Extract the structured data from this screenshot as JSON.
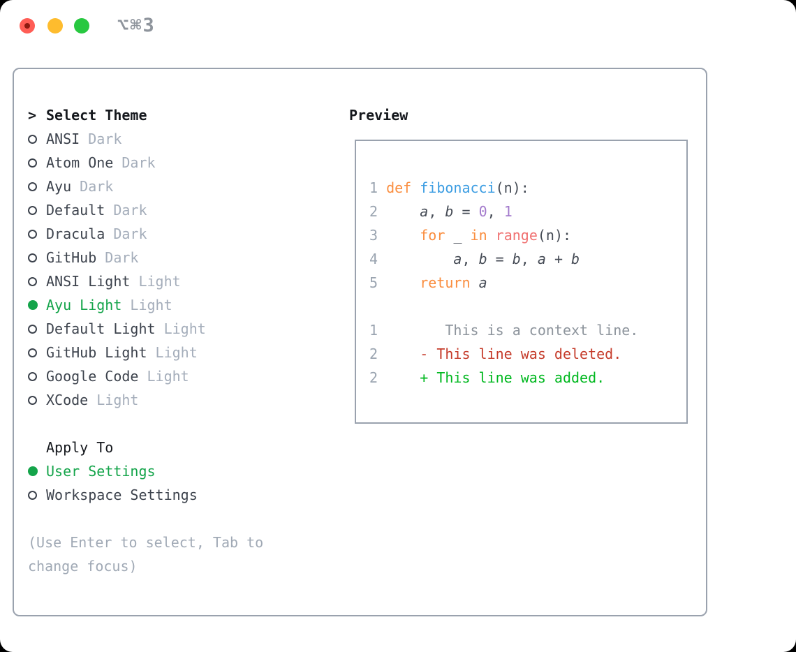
{
  "window": {
    "shortcut": "⌥⌘3"
  },
  "titlebar": {
    "buttons": [
      {
        "name": "close"
      },
      {
        "name": "minimize"
      },
      {
        "name": "zoom"
      }
    ]
  },
  "sidebar": {
    "header": "Select Theme",
    "header_marker": ">",
    "items": [
      {
        "name": "ANSI",
        "variant": "Dark",
        "selected": false
      },
      {
        "name": "Atom One",
        "variant": "Dark",
        "selected": false
      },
      {
        "name": "Ayu",
        "variant": "Dark",
        "selected": false
      },
      {
        "name": "Default",
        "variant": "Dark",
        "selected": false
      },
      {
        "name": "Dracula",
        "variant": "Dark",
        "selected": false
      },
      {
        "name": "GitHub",
        "variant": "Dark",
        "selected": false
      },
      {
        "name": "ANSI Light",
        "variant": "Light",
        "selected": false
      },
      {
        "name": "Ayu Light",
        "variant": "Light",
        "selected": true
      },
      {
        "name": "Default Light",
        "variant": "Light",
        "selected": false
      },
      {
        "name": "GitHub Light",
        "variant": "Light",
        "selected": false
      },
      {
        "name": "Google Code",
        "variant": "Light",
        "selected": false
      },
      {
        "name": "XCode",
        "variant": "Light",
        "selected": false
      }
    ],
    "apply_header": "Apply To",
    "apply_options": [
      {
        "label": "User Settings",
        "selected": true
      },
      {
        "label": "Workspace Settings",
        "selected": false
      }
    ],
    "hint": "(Use Enter to select, Tab to change focus)"
  },
  "preview": {
    "header": "Preview",
    "lines": [
      {
        "tokens": [
          [
            "1 ",
            "lineNumber"
          ],
          [
            "def ",
            "keyword"
          ],
          [
            "fibonacci",
            "function"
          ],
          [
            "(n):",
            "plain"
          ]
        ]
      },
      {
        "tokens": [
          [
            "2 ",
            "lineNumber"
          ],
          [
            "    ",
            "plain"
          ],
          [
            "a",
            "variable"
          ],
          [
            ", ",
            "plain"
          ],
          [
            "b",
            "variable"
          ],
          [
            " = ",
            "plain"
          ],
          [
            "0",
            "number"
          ],
          [
            ", ",
            "plain"
          ],
          [
            "1",
            "number"
          ]
        ]
      },
      {
        "tokens": [
          [
            "3 ",
            "lineNumber"
          ],
          [
            "    ",
            "plain"
          ],
          [
            "for ",
            "keyword"
          ],
          [
            "_ ",
            "plain"
          ],
          [
            "in ",
            "keyword"
          ],
          [
            "range",
            "builtin"
          ],
          [
            "(n):",
            "plain"
          ]
        ]
      },
      {
        "tokens": [
          [
            "4 ",
            "lineNumber"
          ],
          [
            "        ",
            "plain"
          ],
          [
            "a",
            "variable"
          ],
          [
            ", ",
            "plain"
          ],
          [
            "b",
            "variable"
          ],
          [
            " = ",
            "plain"
          ],
          [
            "b",
            "variable"
          ],
          [
            ", ",
            "plain"
          ],
          [
            "a",
            "variable"
          ],
          [
            " + ",
            "plain"
          ],
          [
            "b",
            "variable"
          ]
        ]
      },
      {
        "tokens": [
          [
            "5 ",
            "lineNumber"
          ],
          [
            "    ",
            "plain"
          ],
          [
            "return ",
            "keyword"
          ],
          [
            "a",
            "variable"
          ]
        ]
      },
      {
        "tokens": []
      },
      {
        "tokens": [
          [
            "1",
            "lineNumber"
          ],
          [
            "        This is a context line.",
            "context"
          ]
        ]
      },
      {
        "tokens": [
          [
            "2",
            "lineNumber"
          ],
          [
            "     ",
            "plain"
          ],
          [
            "- This line was deleted.",
            "deleted"
          ]
        ]
      },
      {
        "tokens": [
          [
            "2",
            "lineNumber"
          ],
          [
            "     ",
            "plain"
          ],
          [
            "+ This line was added.",
            "added"
          ]
        ]
      }
    ]
  },
  "colors": {
    "outerBg": "#000000",
    "windowBg": "#ffffff",
    "border": "#9aa2ae",
    "headerText": "#15181d",
    "itemText": "#3d434d",
    "variantText": "#a4adba",
    "selection": "#14a44a",
    "hintText": "#a0a9b5",
    "shortcutText": "#8e949c",
    "trafficRed": "#ff5d55",
    "trafficRedDot": "#8e1a10",
    "trafficYellow": "#febc2e",
    "trafficGreen": "#28c840",
    "lineNumber": "#9aa4b0",
    "keyword": "#fa8d3e",
    "function": "#3a9ce2",
    "builtin": "#f07171",
    "number": "#a37acc",
    "plain": "#454b55",
    "variable": "#454b55",
    "context": "#8d949c",
    "deleted": "#c53b2a",
    "added": "#00b81f"
  }
}
